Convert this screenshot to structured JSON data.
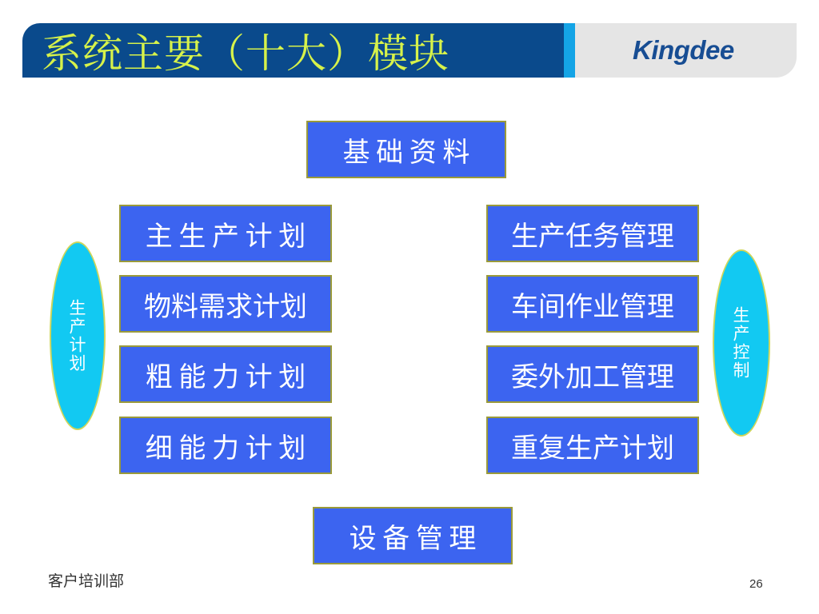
{
  "header": {
    "title": "系统主要（十大）模块",
    "logo_text": "Kingdee"
  },
  "modules": {
    "top": "基 础 资 料",
    "bottom": "设 备 管 理",
    "left": [
      "主 生 产 计 划",
      "物料需求计划",
      "粗 能 力 计 划",
      "细 能 力 计 划"
    ],
    "right": [
      "生产任务管理",
      "车间作业管理",
      "委外加工管理",
      "重复生产计划"
    ]
  },
  "groups": {
    "left_label": "生产计划",
    "right_label": "生产控制"
  },
  "footer": {
    "department": "客户培训部",
    "page_number": "26"
  },
  "colors": {
    "header_bg": "#0a4a8c",
    "title_text": "#d7f24a",
    "accent": "#14a4e6",
    "logo_text": "#174d93",
    "module_box": "#3c64f0",
    "group_oval": "#12c9f2"
  }
}
